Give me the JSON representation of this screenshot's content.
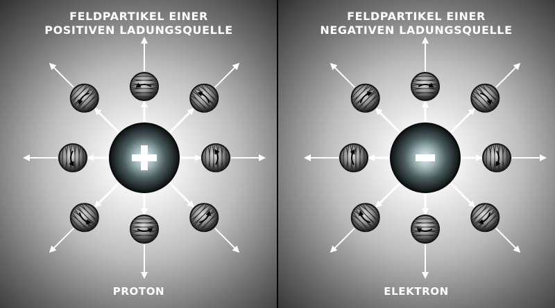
{
  "left_panel": {
    "title_line1": "FELDPARTIKEL EINER",
    "title_line2": "POSITIVEN LADUNGSQUELLE",
    "caption": "PROTON",
    "charge_symbol": "+"
  },
  "right_panel": {
    "title_line1": "FELDPARTIKEL EINER",
    "title_line2": "NEGATIVEN LADUNGSQUELLE",
    "caption": "ELEKTRON",
    "charge_symbol": "-"
  },
  "colors": {
    "arrow": "#ffffff",
    "particle_dark": "#1e1e1e",
    "particle_light": "#d9d9d9",
    "source_core": "#dfe9ea",
    "source_edge": "#101515"
  }
}
